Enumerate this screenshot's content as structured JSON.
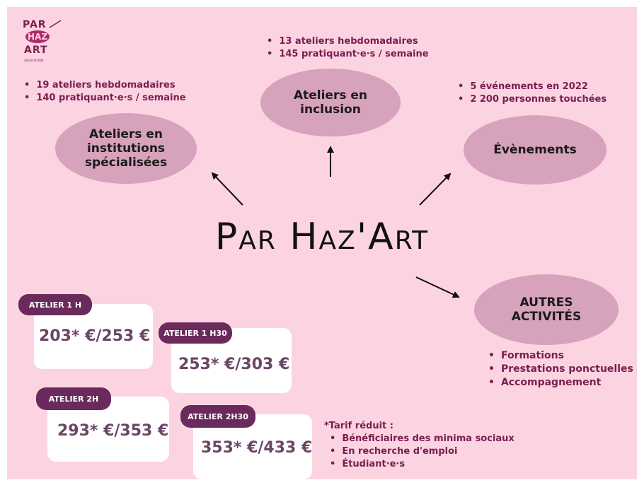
{
  "logo": {
    "line1": "PAR",
    "line2": "HAZ",
    "line3": "ART",
    "tagline": "ASSOCIATION"
  },
  "main_title": "Par Haz'Art",
  "nodes": {
    "institutions": {
      "label": "Ateliers en\ninstitutions\nspécialisées",
      "bullets": [
        "19 ateliers hebdomadaires",
        "140 pratiquant·e·s / semaine"
      ]
    },
    "inclusion": {
      "label": "Ateliers en\ninclusion",
      "bullets": [
        "13 ateliers hebdomadaires",
        "145 pratiquant·e·s / semaine"
      ]
    },
    "evenements": {
      "label": "Évènements",
      "bullets": [
        "5 événements en 2022",
        "2 200 personnes touchées"
      ]
    },
    "autres": {
      "label": "AUTRES\nACTIVITÉS",
      "bullets": [
        "Formations",
        "Prestations ponctuelles",
        "Accompagnement"
      ]
    }
  },
  "prices": [
    {
      "tag": "ATELIER 1 H",
      "price": "203* €/253 €"
    },
    {
      "tag": "ATELIER 1 H30",
      "price": "253* €/303 €"
    },
    {
      "tag": "ATELIER 2H",
      "price": "293* €/353 €"
    },
    {
      "tag": "ATELIER 2H30",
      "price": "353* €/433 €"
    }
  ],
  "tarif": {
    "title": "*Tarif réduit :",
    "items": [
      "Bénéficiaires des minima sociaux",
      "En recherche d'emploi",
      "Étudiant·e·s"
    ]
  },
  "colors": {
    "background": "#fcd4e1",
    "ellipse": "#d7a2bb",
    "accent": "#7a1e4f",
    "pill": "#6a2a5b"
  }
}
